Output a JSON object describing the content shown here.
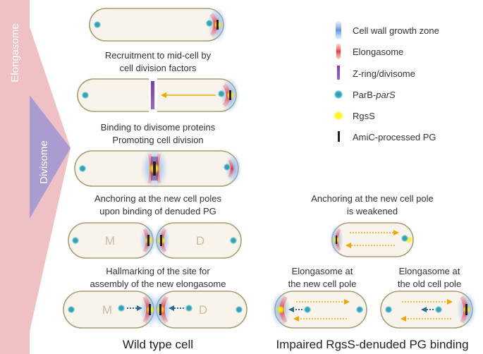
{
  "bands": {
    "elongasome": "Elongasome",
    "divisome": "Divisome"
  },
  "captions": {
    "recruitment": [
      "Recruitment to mid-cell by",
      "cell division factors"
    ],
    "binding": [
      "Binding to divisome proteins",
      "Promoting cell division"
    ],
    "anchoring": [
      "Anchoring at the new cell poles",
      "upon binding of denuded PG"
    ],
    "hallmarking": [
      "Hallmarking of the site for",
      "assembly of the new elongasome"
    ],
    "weakened": [
      "Anchoring at the new cell pole",
      "is weakened"
    ],
    "new_pole": [
      "Elongasome at",
      "the new cell pole"
    ],
    "old_pole": [
      "Elongasome at",
      "the old cell pole"
    ]
  },
  "cells": {
    "mother": "M",
    "daughter": "D"
  },
  "legend": [
    "Cell wall growth zone",
    "Elongasome",
    "Z-ring/divisome",
    "ParB-",
    "parS",
    "RgsS",
    "AmiC-processed PG"
  ],
  "titles": {
    "wild_type": "Wild type cell",
    "impaired": "Impaired RgsS-denuded PG binding"
  },
  "colors": {
    "growth_zone": "#6fa6e8",
    "elongasome": "#ff3b3b",
    "z_ring": "#7a3ea8",
    "parb_pars": "#2fa3b5",
    "rgss": "#ffee00",
    "amic_pg": "#222222",
    "elongasome_band": "#efc1c4",
    "divisome_band": "#aa9bd0",
    "cell_fill": "#f8f4ec",
    "cell_outline": "#a89c72"
  }
}
